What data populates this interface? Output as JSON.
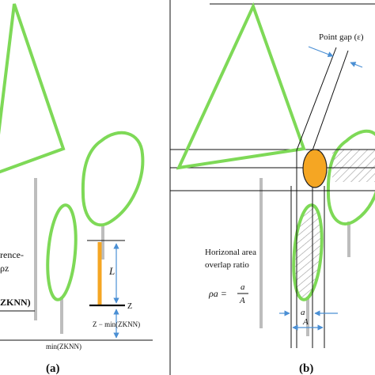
{
  "panel_a": {
    "caption": "(a)",
    "cut_text_line1": "rence-",
    "cut_text_line2": "ρz",
    "cut_text_line3": "ZKNN)",
    "length_label": "L",
    "z_label": "Z",
    "z_min_label": "Z − min(ZKNN)",
    "min_label": "min(ZKNN)"
  },
  "panel_b": {
    "caption": "(b)",
    "point_gap_label": "Point gap (ε)",
    "ratio_title_line1": "Horizonal area",
    "ratio_title_line2": "overlap ratio",
    "ratio_formula_lhs": "ρa =",
    "ratio_numerator": "a",
    "ratio_denominator": "A",
    "small_a_label": "a",
    "big_a_label": "A"
  },
  "colors": {
    "crown_outline": "#7ed957",
    "trunk": "#bdbdbd",
    "highlight": "#f5a623",
    "arrow": "#4a8fd4"
  }
}
